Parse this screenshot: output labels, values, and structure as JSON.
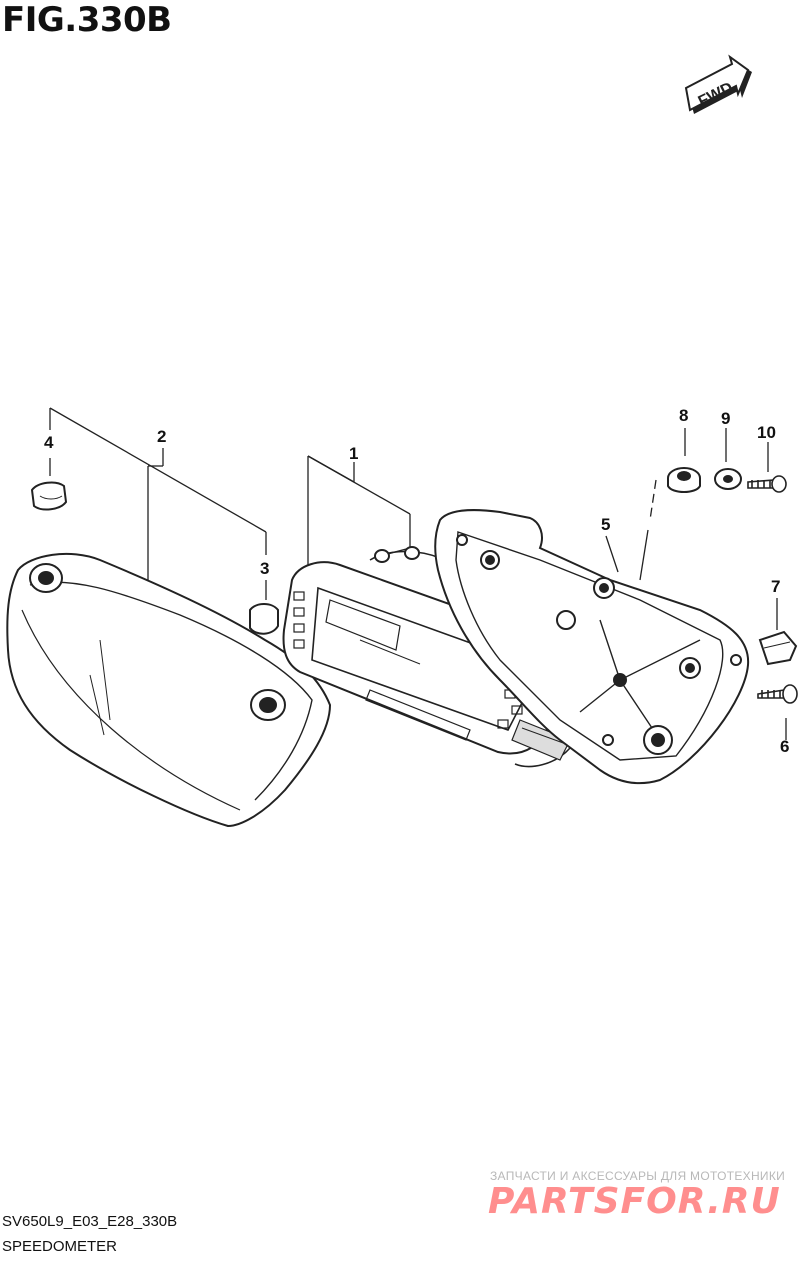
{
  "figure_title": "FIG.330B",
  "fwd_label": "FWD",
  "callouts": {
    "p1": "1",
    "p2": "2",
    "p3": "3",
    "p4": "4",
    "p5": "5",
    "p6": "6",
    "p7": "7",
    "p8": "8",
    "p9": "9",
    "p10": "10"
  },
  "footer": {
    "code": "SV650L9_E03_E28_330B",
    "name": "SPEEDOMETER"
  },
  "watermark": {
    "text": "ЗАПЧАСТИ И АКСЕССУАРЫ ДЛЯ МОТОТЕХНИКИ",
    "logo": "PARTSFOR.RU"
  }
}
